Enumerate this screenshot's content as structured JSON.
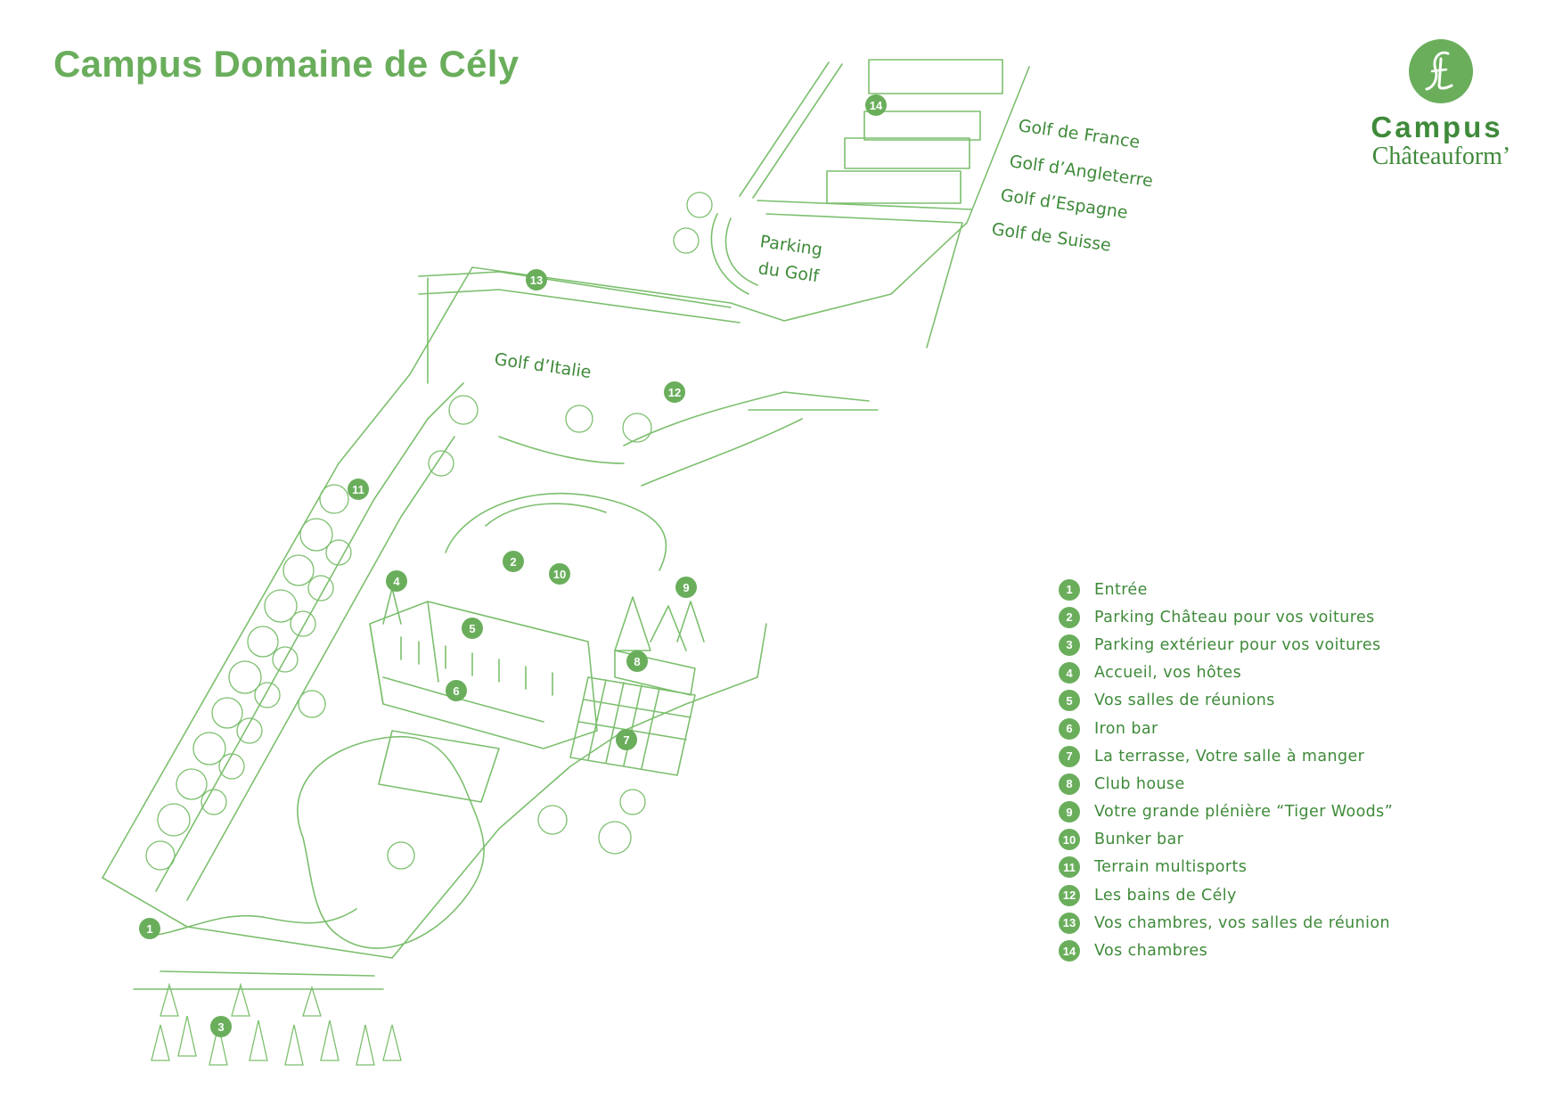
{
  "title": "Campus Domaine de Cély",
  "logo": {
    "campus": "Campus",
    "subtitle": "Châteauform’"
  },
  "colors": {
    "brand_green": "#6aae5c",
    "text_green": "#3f8a3a",
    "line_green": "#7cbf6e"
  },
  "map_labels": {
    "golf_france": "Golf de France",
    "golf_angleterre": "Golf d’Angleterre",
    "golf_espagne": "Golf d’Espagne",
    "golf_suisse": "Golf de Suisse",
    "parking_golf_1": "Parking",
    "parking_golf_2": "du Golf",
    "golf_italie": "Golf d’Italie"
  },
  "markers": [
    "1",
    "2",
    "3",
    "4",
    "5",
    "6",
    "7",
    "8",
    "9",
    "10",
    "11",
    "12",
    "13",
    "14"
  ],
  "legend": [
    {
      "num": "1",
      "label": "Entrée"
    },
    {
      "num": "2",
      "label": "Parking Château pour vos voitures"
    },
    {
      "num": "3",
      "label": "Parking extérieur pour vos voitures"
    },
    {
      "num": "4",
      "label": "Accueil, vos hôtes"
    },
    {
      "num": "5",
      "label": "Vos salles de réunions"
    },
    {
      "num": "6",
      "label": "Iron bar"
    },
    {
      "num": "7",
      "label": "La terrasse, Votre salle à manger"
    },
    {
      "num": "8",
      "label": "Club house"
    },
    {
      "num": "9",
      "label": "Votre grande plénière “Tiger Woods”"
    },
    {
      "num": "10",
      "label": "Bunker bar"
    },
    {
      "num": "11",
      "label": "Terrain multisports"
    },
    {
      "num": "12",
      "label": "Les bains de Cély"
    },
    {
      "num": "13",
      "label": "Vos chambres, vos salles de réunion"
    },
    {
      "num": "14",
      "label": "Vos chambres"
    }
  ]
}
